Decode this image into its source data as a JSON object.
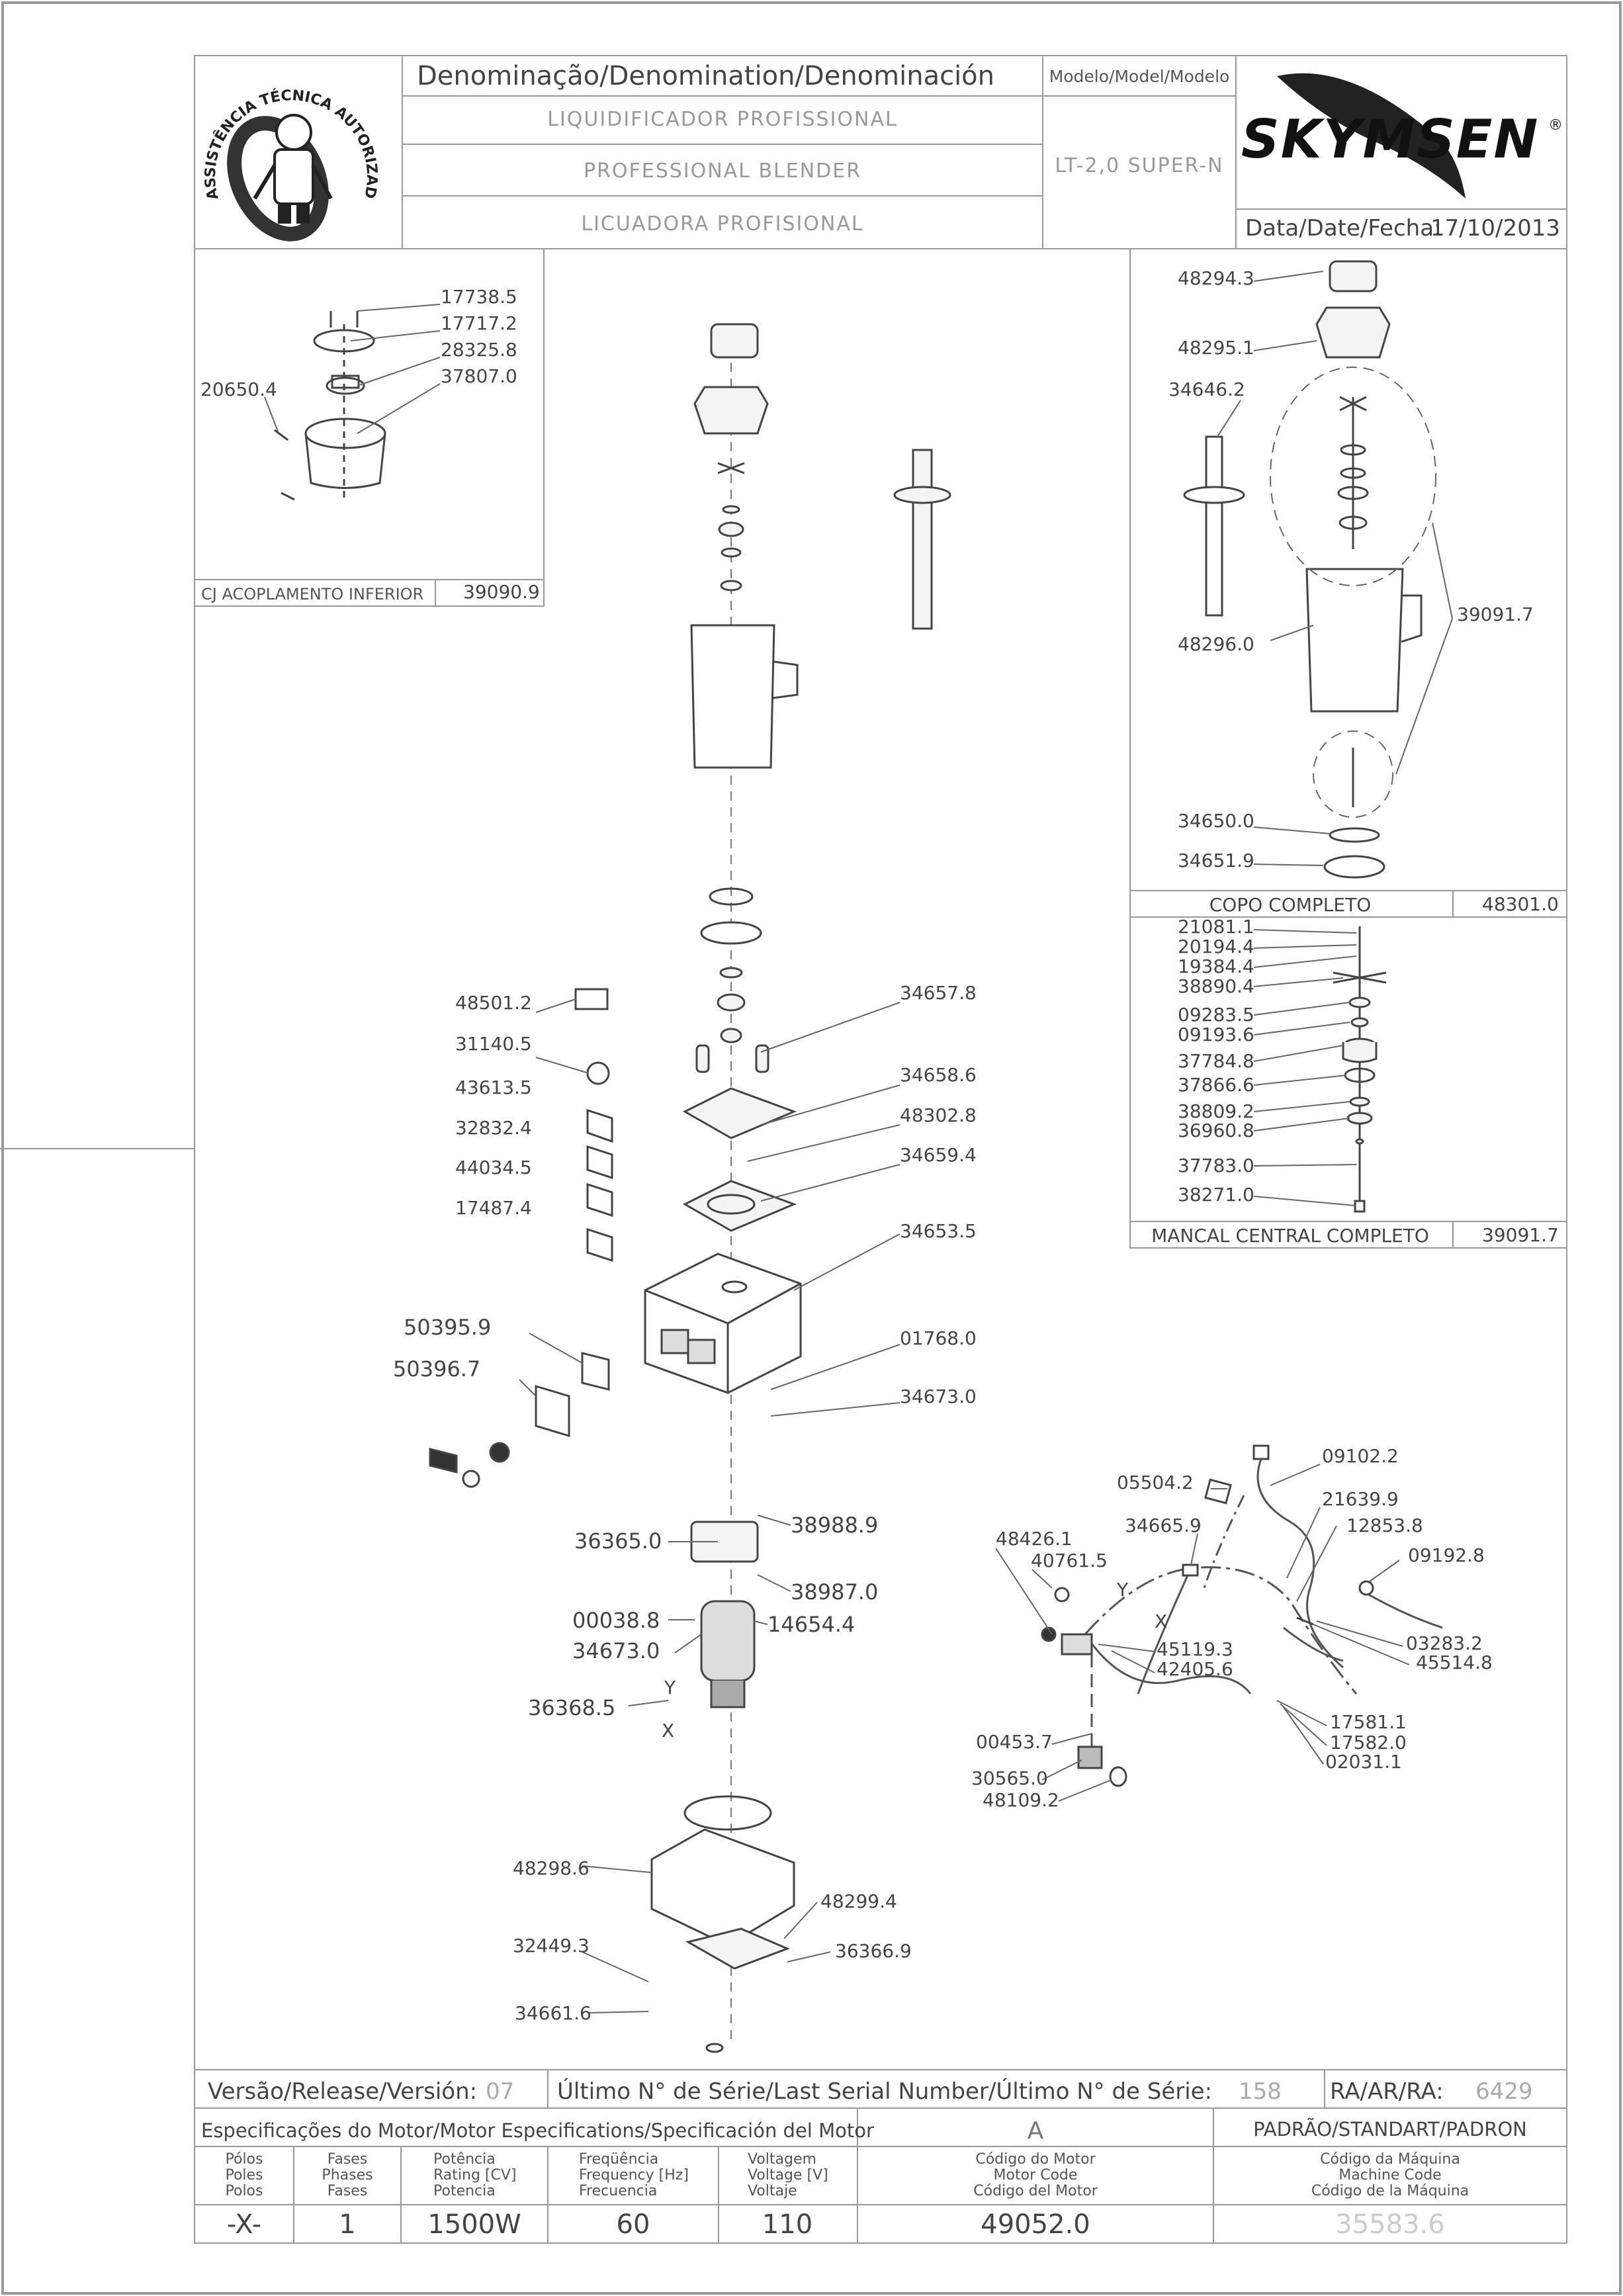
{
  "header": {
    "logo_text": "ASSISTÊNCIA TÉCNICA AUTORIZADA",
    "denomination_label": "Denominação/Denomination/Denominación",
    "name_pt": "LIQUIDIFICADOR PROFISSIONAL",
    "name_en": "PROFESSIONAL BLENDER",
    "name_es": "LICUADORA PROFISIONAL",
    "model_label": "Modelo/Model/Modelo",
    "model_value": "LT-2,0 SUPER-N",
    "brand": "SKYMSEN",
    "brand_mark": "®",
    "date_label": "Data/Date/Fecha:",
    "date_value": "17/10/2013"
  },
  "inset_lower": {
    "parts": [
      "17738.5",
      "17717.2",
      "28325.8",
      "37807.0",
      "20650.4"
    ],
    "caption": "CJ ACOPLAMENTO INFERIOR",
    "code": "39090.9"
  },
  "inset_cup": {
    "parts": [
      "48294.3",
      "48295.1",
      "34646.2",
      "48296.0",
      "39091.7",
      "34650.0",
      "34651.9"
    ],
    "caption": "COPO COMPLETO",
    "code": "48301.0"
  },
  "inset_bearing": {
    "parts": [
      "21081.1",
      "20194.4",
      "19384.4",
      "38890.4",
      "09283.5",
      "09193.6",
      "37784.8",
      "37866.6",
      "38809.2",
      "36960.8",
      "37783.0",
      "38271.0"
    ],
    "caption": "MANCAL CENTRAL COMPLETO",
    "code": "39091.7"
  },
  "main_parts": {
    "labels": [
      "48501.2",
      "31140.5",
      "43613.5",
      "32832.4",
      "44034.5",
      "17487.4",
      "34657.8",
      "34658.6",
      "48302.8",
      "34659.4",
      "34653.5",
      "50395.9",
      "50396.7",
      "01768.0",
      "34673.0",
      "36365.0",
      "38988.9",
      "38987.0",
      "00038.8",
      "14654.4",
      "34673.0",
      "36368.5",
      "48298.6",
      "48299.4",
      "32449.3",
      "36366.9",
      "34661.6"
    ],
    "wire_y": "Y",
    "wire_x": "X"
  },
  "wiring": {
    "labels": [
      "09102.2",
      "05504.2",
      "21639.9",
      "12853.8",
      "34665.9",
      "48426.1",
      "40761.5",
      "09192.8",
      "03283.2",
      "45514.8",
      "45119.3",
      "42405.6",
      "17581.1",
      "17582.0",
      "00453.7",
      "02031.1",
      "30565.0",
      "48109.2"
    ],
    "wire_y": "Y",
    "wire_x": "X"
  },
  "footer": {
    "version_label": "Versão/Release/Versión:",
    "version_value": "07",
    "serial_label": "Último N° de Série/Last Serial Number/Último N° de Série:",
    "serial_value": "158",
    "ra_label": "RA/AR/RA:",
    "ra_value": "6429",
    "motor_spec_label": "Especificações do Motor/Motor Especifications/Specificación del Motor",
    "motor_spec_value": "A",
    "standard_label": "PADRÃO/STANDART/PADRON",
    "columns": [
      {
        "h1": "Pólos",
        "h2": "Poles",
        "h3": "Polos",
        "value": "-X-"
      },
      {
        "h1": "Fases",
        "h2": "Phases",
        "h3": "Fases",
        "value": "1"
      },
      {
        "h1": "Potência",
        "h2": "Rating [CV]",
        "h3": "Potencia",
        "value": "1500W"
      },
      {
        "h1": "Freqüência",
        "h2": "Frequency [Hz]",
        "h3": "Frecuencia",
        "value": "60"
      },
      {
        "h1": "Voltagem",
        "h2": "Voltage [V]",
        "h3": "Voltaje",
        "value": "110"
      },
      {
        "h1": "Código do Motor",
        "h2": "Motor Code",
        "h3": "Código del Motor",
        "value": "49052.0"
      },
      {
        "h1": "Código da Máquina",
        "h2": "Machine Code",
        "h3": "Código de la Máquina",
        "value": "35583.6"
      }
    ]
  }
}
